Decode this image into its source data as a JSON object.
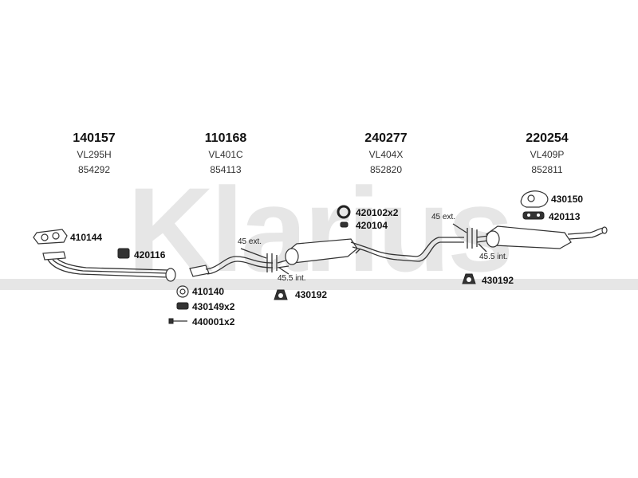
{
  "watermark": "Klarius",
  "assemblies": [
    {
      "number": "140157",
      "code": "VL295H",
      "ref": "854292"
    },
    {
      "number": "110168",
      "code": "VL401C",
      "ref": "854113"
    },
    {
      "number": "240277",
      "code": "VL404X",
      "ref": "852820"
    },
    {
      "number": "220254",
      "code": "VL409P",
      "ref": "852811"
    }
  ],
  "parts": [
    {
      "label": "410144"
    },
    {
      "label": "420116"
    },
    {
      "label": "410140"
    },
    {
      "label": "430149x2"
    },
    {
      "label": "440001x2"
    },
    {
      "label": "430192"
    },
    {
      "label": "420102x2"
    },
    {
      "label": "420104"
    },
    {
      "label": "430192"
    },
    {
      "label": "430150"
    },
    {
      "label": "420113"
    }
  ],
  "dimensions": [
    {
      "label": "45 ext."
    },
    {
      "label": "45.5 int."
    },
    {
      "label": "45 ext."
    },
    {
      "label": "45.5 int."
    }
  ]
}
